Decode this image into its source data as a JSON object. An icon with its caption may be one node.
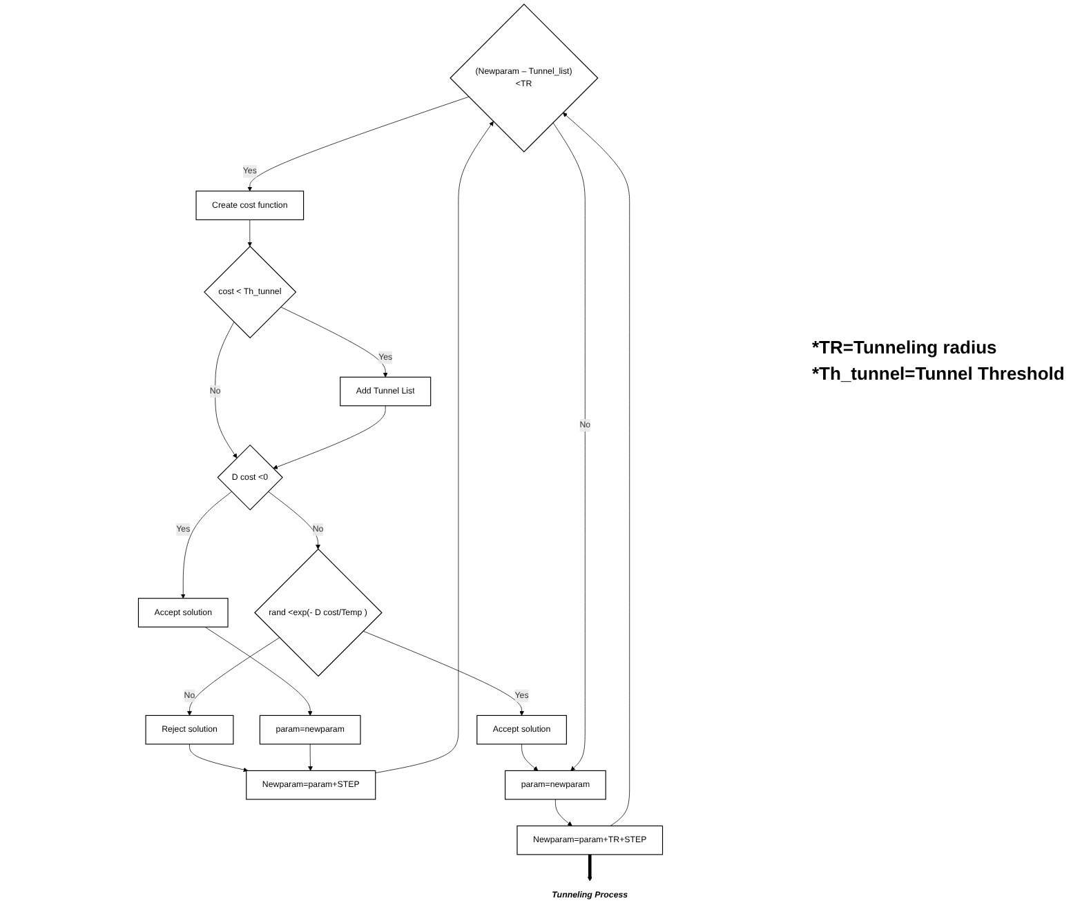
{
  "diagram": {
    "nodes": [
      {
        "text": [
          "(Newparam – Tunnel_list)<TR"
        ]
      },
      {
        "text": [
          "Create cost function"
        ]
      },
      {
        "text": [
          "cost < Th_tunnel"
        ]
      },
      {
        "text": [
          "Add Tunnel List"
        ]
      },
      {
        "text": [
          "D cost <0"
        ]
      },
      {
        "text": [
          "Accept solution"
        ]
      },
      {
        "text": [
          "param=newparam"
        ]
      },
      {
        "text": [
          "rand <exp(- D cost/Temp )"
        ]
      },
      {
        "text": [
          "Reject solution"
        ]
      },
      {
        "text": [
          "Accept solution"
        ]
      },
      {
        "text": [
          "Newparam=param+STEP"
        ]
      },
      {
        "text": [
          "param=newparam"
        ]
      },
      {
        "text": [
          "Newparam=param+TR+STEP"
        ]
      },
      {
        "text": [
          "Tunneling Process"
        ]
      }
    ],
    "edges": [
      {
        "from": 0,
        "to": 1,
        "arrow": "to",
        "label": "Yes"
      },
      {
        "from": 1,
        "to": 2,
        "arrow": "to"
      },
      {
        "from": 2,
        "to": 3,
        "arrow": "to",
        "label": "Yes"
      },
      {
        "from": 2,
        "to": 4,
        "arrow": "to",
        "label": "No"
      },
      {
        "from": 3,
        "to": 4,
        "arrow": "to"
      },
      {
        "from": 4,
        "to": 5,
        "arrow": "to",
        "label": "Yes"
      },
      {
        "from": 5,
        "to": 6,
        "arrow": "to"
      },
      {
        "from": 4,
        "to": 7,
        "arrow": "to",
        "label": "No"
      },
      {
        "from": 7,
        "to": 8,
        "arrow": "to",
        "label": "No"
      },
      {
        "from": 7,
        "to": 9,
        "arrow": "to",
        "label": "Yes"
      },
      {
        "from": 8,
        "to": 10,
        "arrow": "to"
      },
      {
        "from": 6,
        "to": 10,
        "arrow": "to"
      },
      {
        "from": 9,
        "to": 11,
        "arrow": "to"
      },
      {
        "from": 0,
        "to": 11,
        "arrow": "to",
        "label": "No"
      },
      {
        "from": 11,
        "to": 12,
        "arrow": "to"
      },
      {
        "from": 12,
        "to": 13,
        "arrow": "to",
        "style": "thick"
      },
      {
        "from": 12,
        "to": 0,
        "arrow": "to"
      },
      {
        "from": 10,
        "to": 0,
        "arrow": "to"
      }
    ],
    "labels": [
      "*TR=Tunneling radius",
      "*Th_tunnel=Tunnel Threshold"
    ]
  }
}
